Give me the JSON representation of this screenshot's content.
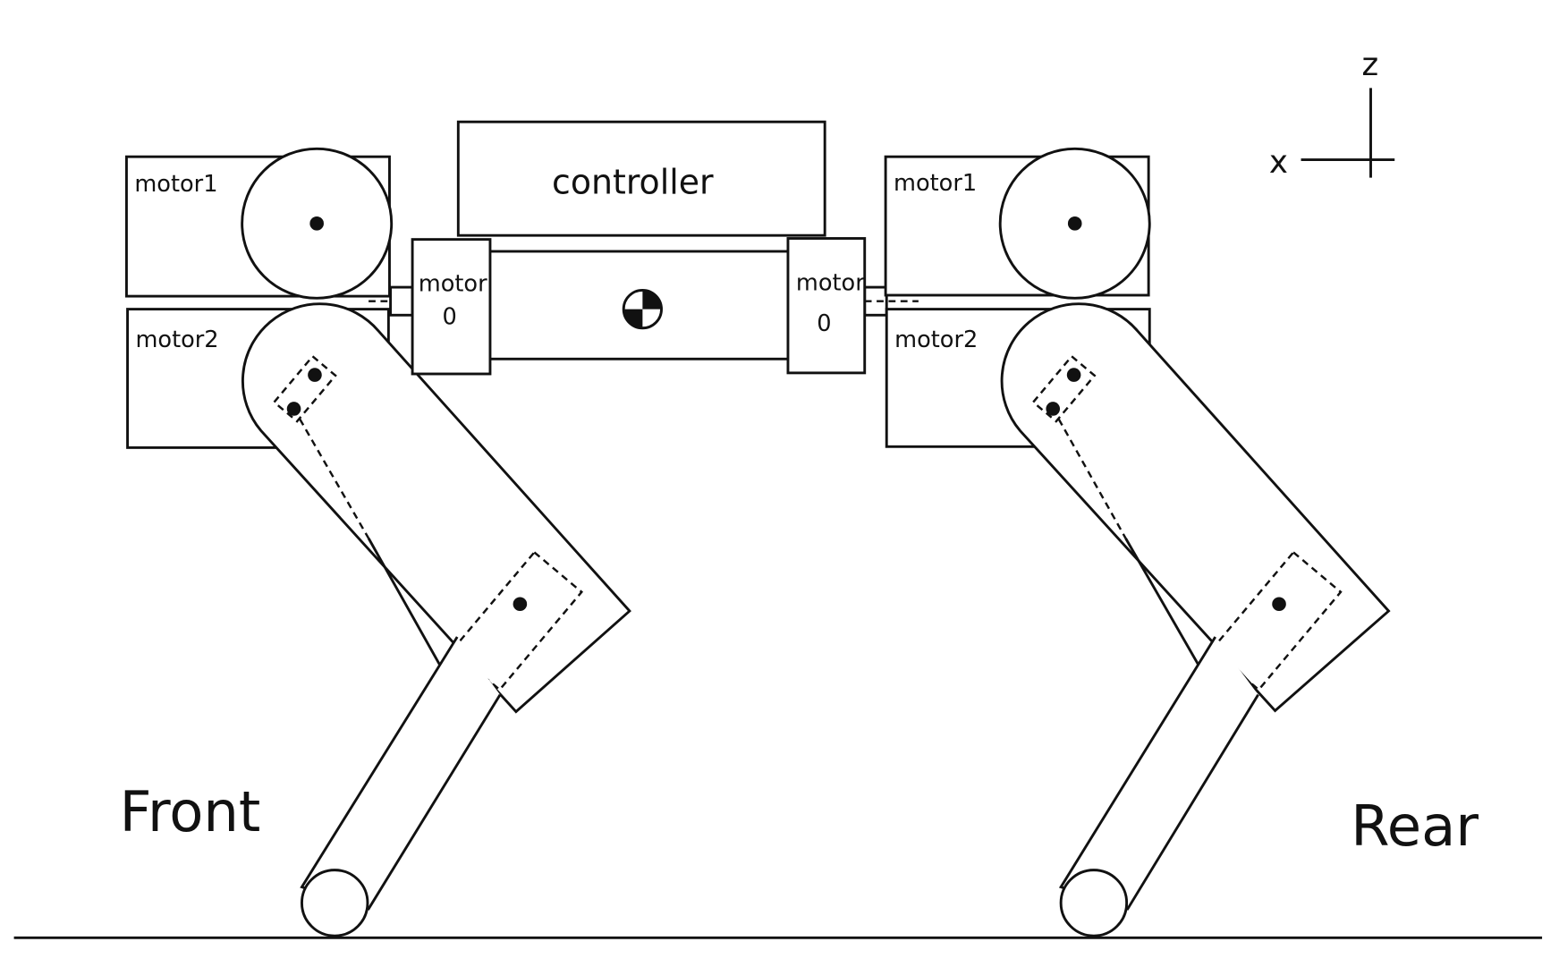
{
  "labels": {
    "controller": "controller",
    "front": "Front",
    "rear": "Rear",
    "axis_x": "x",
    "axis_z": "z",
    "front_motor1": "motor1",
    "front_motor2": "motor2",
    "front_motor0_line1": "motor",
    "front_motor0_line2": "0",
    "rear_motor1": "motor1",
    "rear_motor2": "motor2",
    "rear_motor0_line1": "motor",
    "rear_motor0_line2": "0"
  }
}
